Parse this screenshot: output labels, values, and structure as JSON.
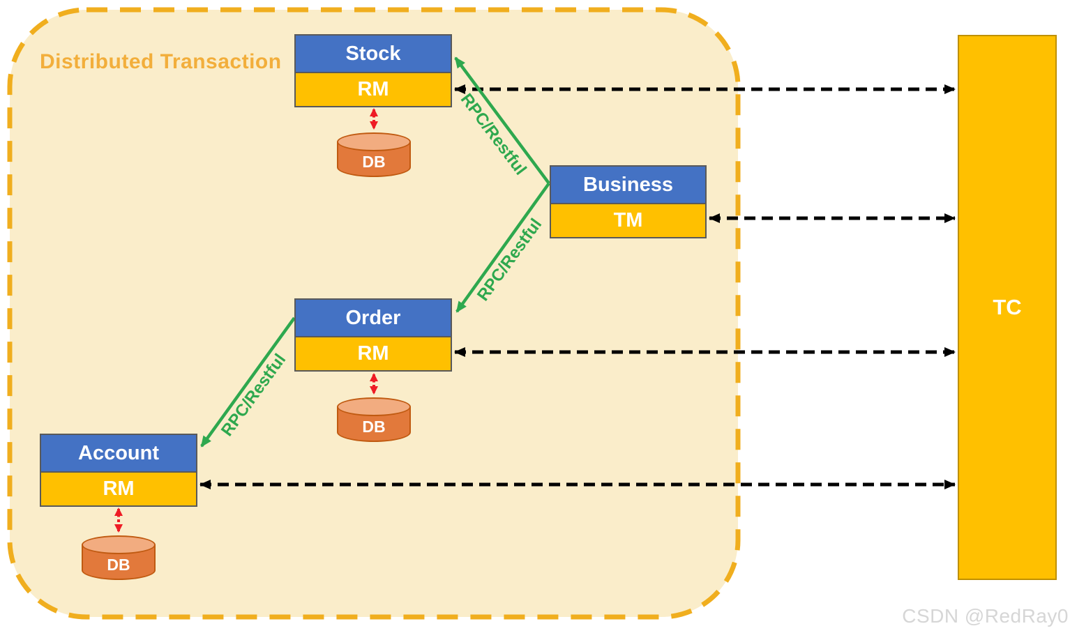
{
  "title": "Distributed Transaction",
  "container": {
    "fill": "#FAEDCA",
    "border_color": "#F0AE1E",
    "border_style": "dashed-rounded"
  },
  "services": [
    {
      "name": "Stock",
      "manager": "RM",
      "db": "DB"
    },
    {
      "name": "Business",
      "manager": "TM"
    },
    {
      "name": "Order",
      "manager": "RM",
      "db": "DB"
    },
    {
      "name": "Account",
      "manager": "RM",
      "db": "DB"
    }
  ],
  "coordinator": {
    "label": "TC",
    "fill": "#FFC000",
    "border_color": "#BF9000"
  },
  "rpc_labels": [
    "RPC/Restful",
    "RPC/Restful",
    "RPC/Restful"
  ],
  "colors": {
    "service_header_blue": "#4472C4",
    "manager_yellow": "#FFC000",
    "db_body_orange": "#E2793B",
    "db_top_orange": "#F2AC80",
    "db_border": "#C05A11",
    "rpc_green": "#2EA84E",
    "db_link_red": "#EE1C25",
    "tc_link_black": "#000000",
    "title_gold": "#F2AE3B"
  },
  "watermark": "CSDN @RedRay0"
}
